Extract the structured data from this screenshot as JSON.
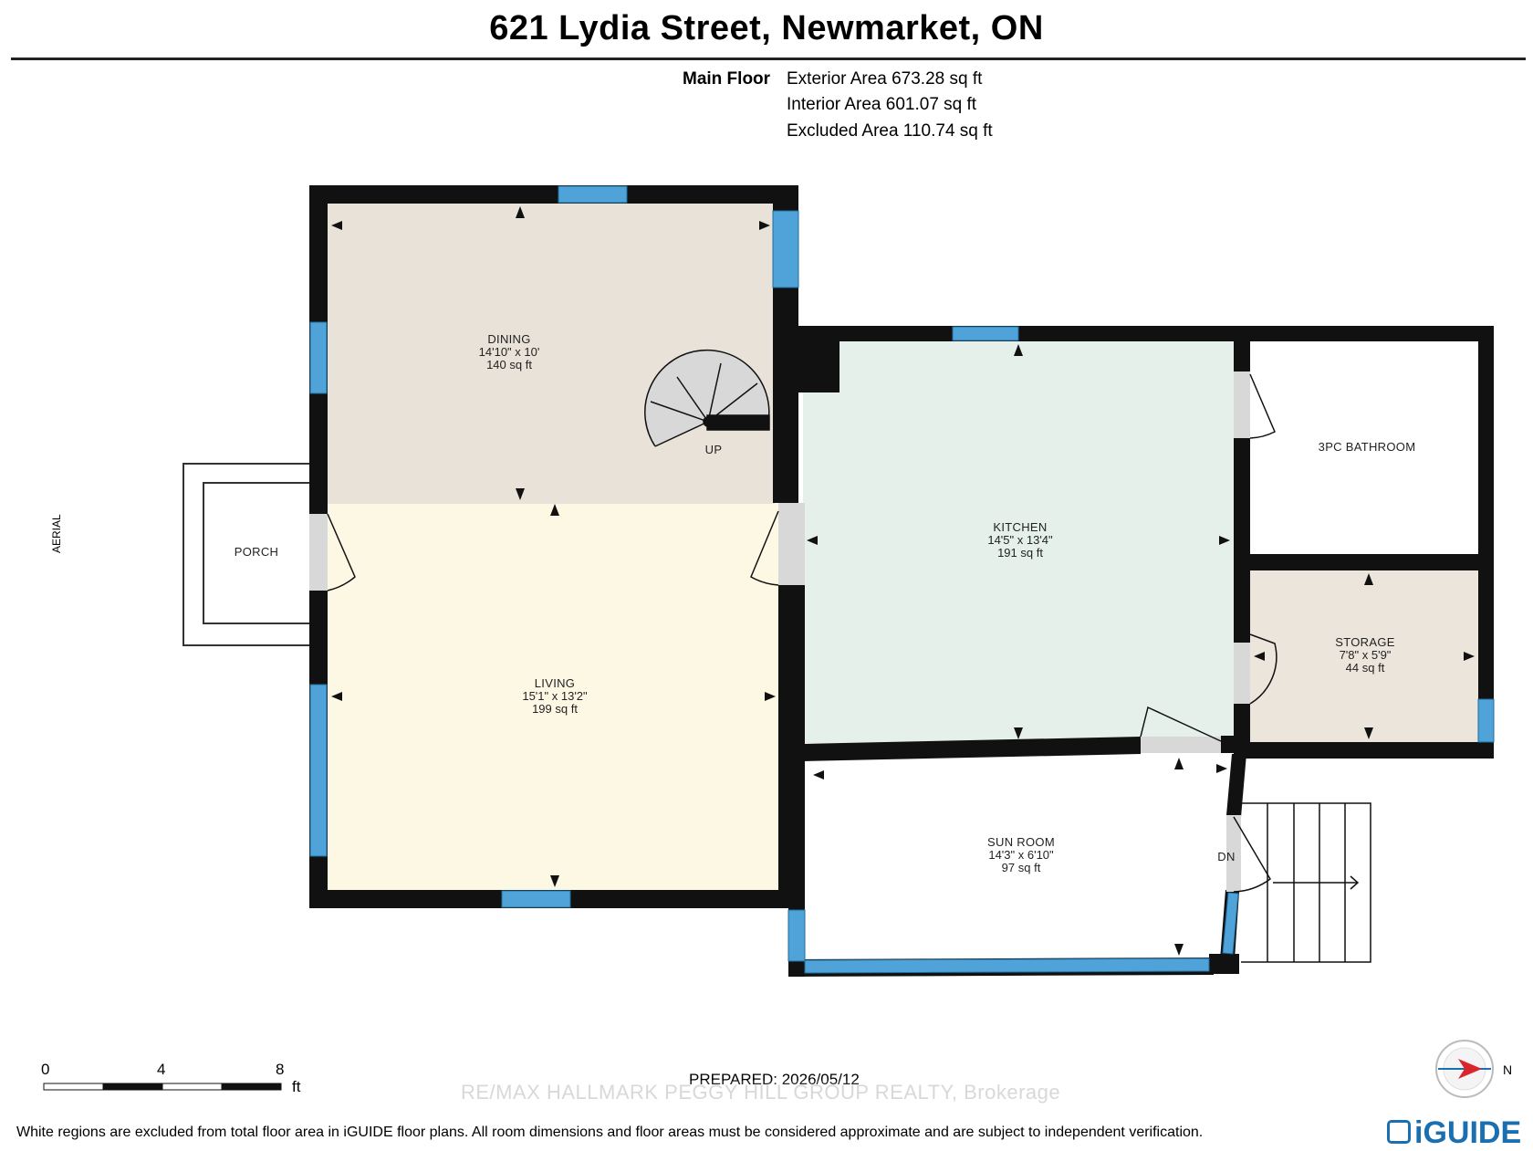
{
  "title": "621 Lydia Street, Newmarket, ON",
  "floor": {
    "name": "Main Floor",
    "areas": [
      "Exterior Area 673.28 sq ft",
      "Interior Area 601.07 sq ft",
      "Excluded Area 110.74 sq ft"
    ]
  },
  "rooms": {
    "dining": {
      "name": "DINING",
      "dims": "14'10\" x 10'",
      "area": "140 sq ft"
    },
    "living": {
      "name": "LIVING",
      "dims": "15'1\" x 13'2\"",
      "area": "199 sq ft"
    },
    "kitchen": {
      "name": "KITCHEN",
      "dims": "14'5\" x 13'4\"",
      "area": "191 sq ft"
    },
    "bathroom": {
      "name": "3PC BATHROOM"
    },
    "storage": {
      "name": "STORAGE",
      "dims": "7'8\" x 5'9\"",
      "area": "44 sq ft"
    },
    "sunroom": {
      "name": "SUN ROOM",
      "dims": "14'3\" x 6'10\"",
      "area": "97 sq ft"
    },
    "porch": {
      "name": "PORCH"
    }
  },
  "stair_labels": {
    "up": "UP",
    "down": "DN"
  },
  "aerial_label": "AERIAL",
  "scale": {
    "labels": [
      "0",
      "4",
      "8"
    ],
    "unit": "ft"
  },
  "compass_label": "N",
  "prepared": "PREPARED: 2026/05/12",
  "watermark": "RE/MAX HALLMARK PEGGY HILL GROUP REALTY, Brokerage",
  "footer_note": "White regions are excluded from total floor area in iGUIDE floor plans. All room dimensions and floor areas must be considered approximate and are subject to independent verification.",
  "brand": "iGUIDE",
  "colors": {
    "dining_fill": "#e8e2d8",
    "living_fill": "#fdf8e4",
    "kitchen_fill": "#e6f0ea",
    "storage_fill": "#ebe5dc",
    "wall": "#111111",
    "window": "#4fa3d9",
    "brand": "#1a6fb0"
  }
}
